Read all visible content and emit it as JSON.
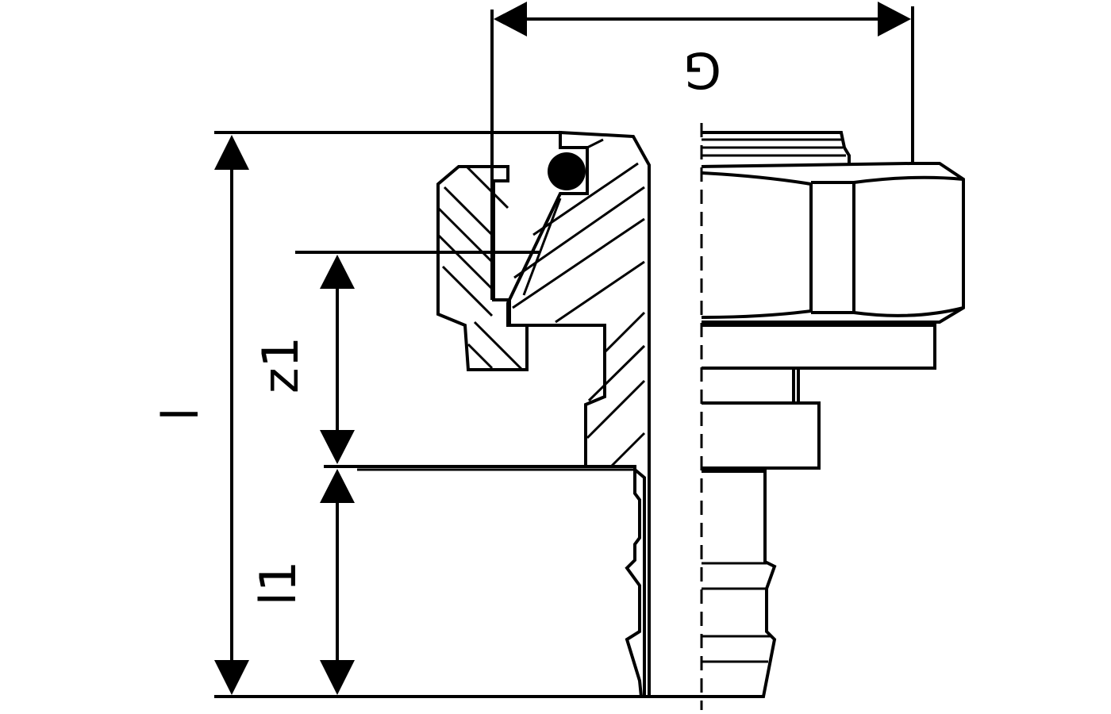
{
  "diagram": {
    "labels": {
      "G": "G",
      "z1": "z1",
      "l": "l",
      "l1": "l1"
    },
    "colors": {
      "ink": "#000000",
      "background": "#ffffff"
    }
  }
}
